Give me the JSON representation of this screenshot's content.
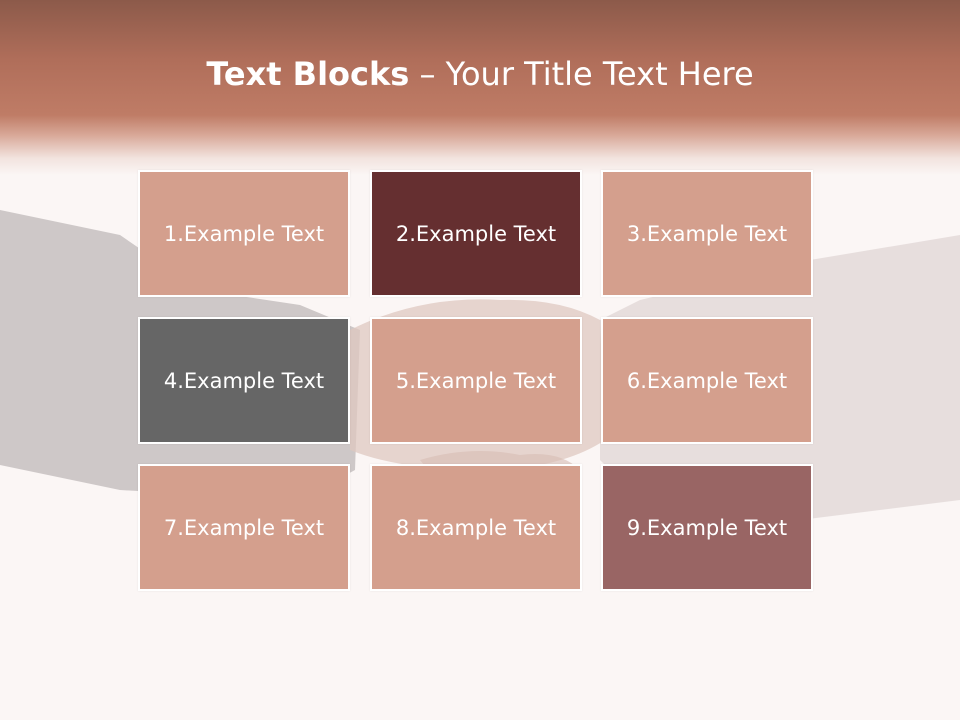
{
  "slide": {
    "title_bold": "Text Blocks",
    "title_dash": " – ",
    "title_rest": "Your Title Text Here"
  },
  "blocks": [
    {
      "label": "1.Example Text",
      "color": "#d49f8d"
    },
    {
      "label": "2.Example Text",
      "color": "#652f30"
    },
    {
      "label": "3.Example Text",
      "color": "#d49f8d"
    },
    {
      "label": "4.Example Text",
      "color": "#666666"
    },
    {
      "label": "5.Example Text",
      "color": "#d49f8d"
    },
    {
      "label": "6.Example Text",
      "color": "#d49f8d"
    },
    {
      "label": "7.Example Text",
      "color": "#d49f8d"
    },
    {
      "label": "8.Example Text",
      "color": "#d49f8d"
    },
    {
      "label": "9.Example Text",
      "color": "#996564"
    }
  ]
}
